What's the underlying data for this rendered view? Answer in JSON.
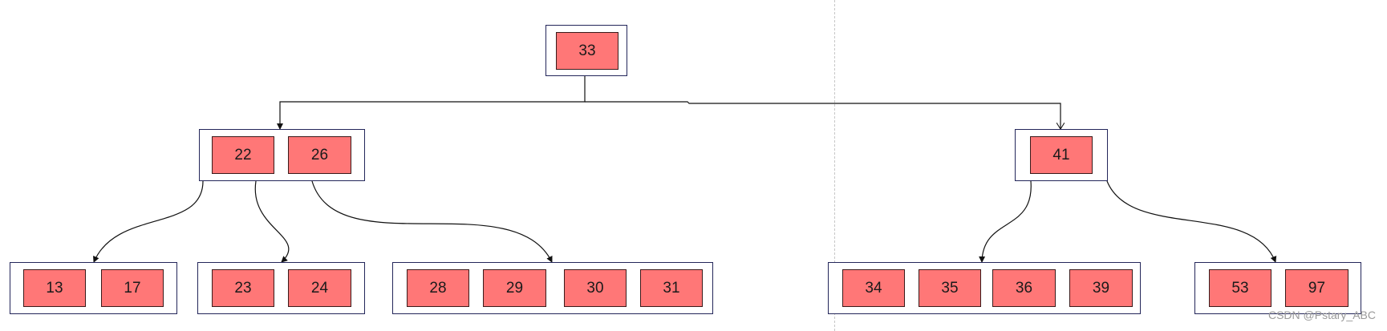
{
  "tree": {
    "root": {
      "keys": [
        "33"
      ]
    },
    "level1": [
      {
        "keys": [
          "22",
          "26"
        ]
      },
      {
        "keys": [
          "41"
        ]
      }
    ],
    "leaves": [
      {
        "keys": [
          "13",
          "17"
        ]
      },
      {
        "keys": [
          "23",
          "24"
        ]
      },
      {
        "keys": [
          "28",
          "29",
          "30",
          "31"
        ]
      },
      {
        "keys": [
          "34",
          "35",
          "36",
          "39"
        ]
      },
      {
        "keys": [
          "53",
          "97"
        ]
      }
    ]
  },
  "watermark": "CSDN @Pstary_ABC"
}
